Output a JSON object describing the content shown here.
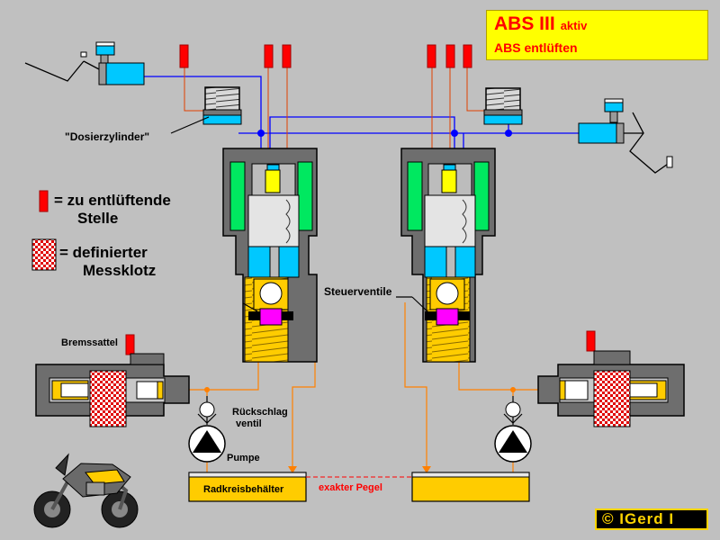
{
  "title": {
    "main": "ABS III",
    "suffix": "aktiv",
    "line2": "ABS entlüften"
  },
  "labels": {
    "dosierzylinder": "\"Dosierzylinder\"",
    "steuerventile": "Steuerventile",
    "bremssattel": "Bremssattel",
    "rueckschlag_1": "Rückschlag",
    "rueckschlag_2": "ventil",
    "pumpe": "Pumpe",
    "radkreisbehaelter": "Radkreisbehälter",
    "exakter_pegel": "exakter Pegel"
  },
  "legend": {
    "bleed_point_1": "=  zu entlüftende",
    "bleed_point_2": "Stelle",
    "measure_block_1": "=  definierter",
    "measure_block_2": "Messklotz"
  },
  "copyright": "© IGerd I",
  "colors": {
    "background": "#c0c0c0",
    "brake_line": "#0000ff",
    "return_line": "#ff8000",
    "bleed_point": "#ff0000",
    "fluid": "#00c8ff",
    "coil": "#00ff66",
    "plunger": "#ffff00",
    "reservoir": "#ffcc00",
    "valve_seat": "#ff00ff",
    "title_box": "#ffff00"
  }
}
